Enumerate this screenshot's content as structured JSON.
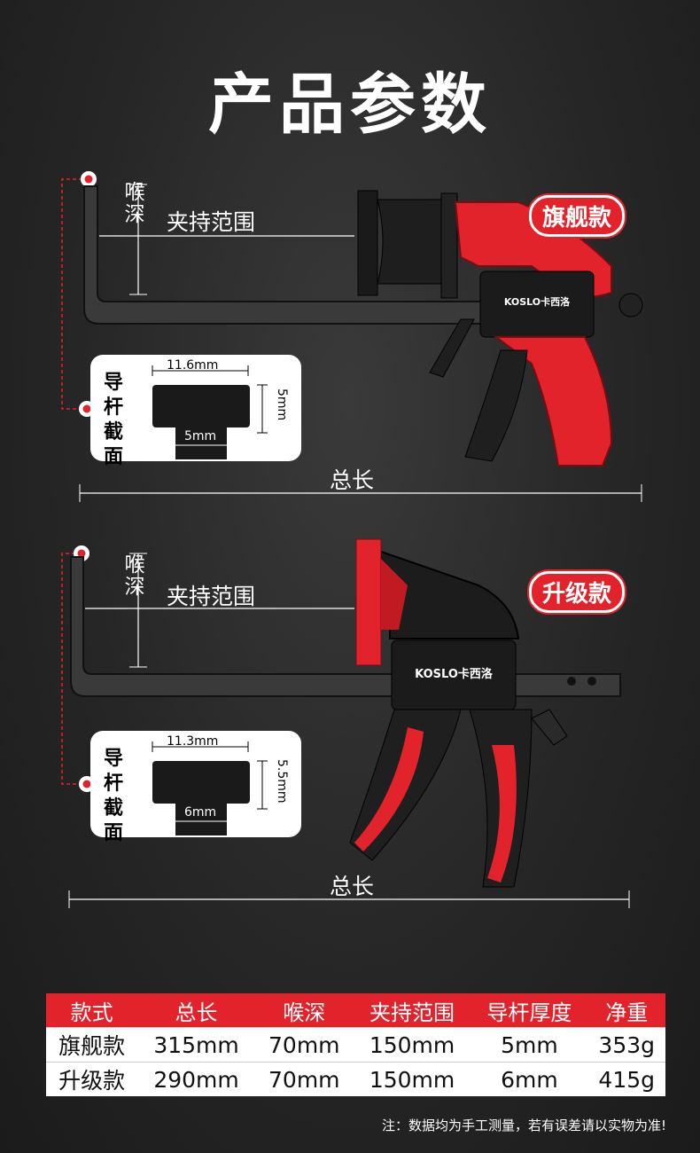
{
  "title": "产品参数",
  "flagship": {
    "badge": "旗舰款",
    "throat_label": "喉深",
    "clamp_label": "夹持范围",
    "length_label": "总长",
    "section_label": "导杆截面",
    "section_width": "11.6mm",
    "section_height": "5mm",
    "section_bottom": "5mm",
    "brand": "KOSLO卡西洛"
  },
  "upgrade": {
    "badge": "升级款",
    "throat_label": "喉深",
    "clamp_label": "夹持范围",
    "length_label": "总长",
    "section_label": "导杆截面",
    "section_width": "11.3mm",
    "section_height": "5.5mm",
    "section_bottom": "6mm",
    "brand": "KOSLO卡西洛"
  },
  "spec_table": {
    "headers": [
      "款式",
      "总长",
      "喉深",
      "夹持范围",
      "导杆厚度",
      "净重"
    ],
    "rows": [
      [
        "旗舰款",
        "315mm",
        "70mm",
        "150mm",
        "5mm",
        "353g"
      ],
      [
        "升级款",
        "290mm",
        "70mm",
        "150mm",
        "6mm",
        "415g"
      ]
    ]
  },
  "note": "注：数据均为手工测量，若有误差请以实物为准!",
  "colors": {
    "accent": "#e3232c",
    "tool_black": "#1e1e1e",
    "bar": "#3a3a3a"
  }
}
